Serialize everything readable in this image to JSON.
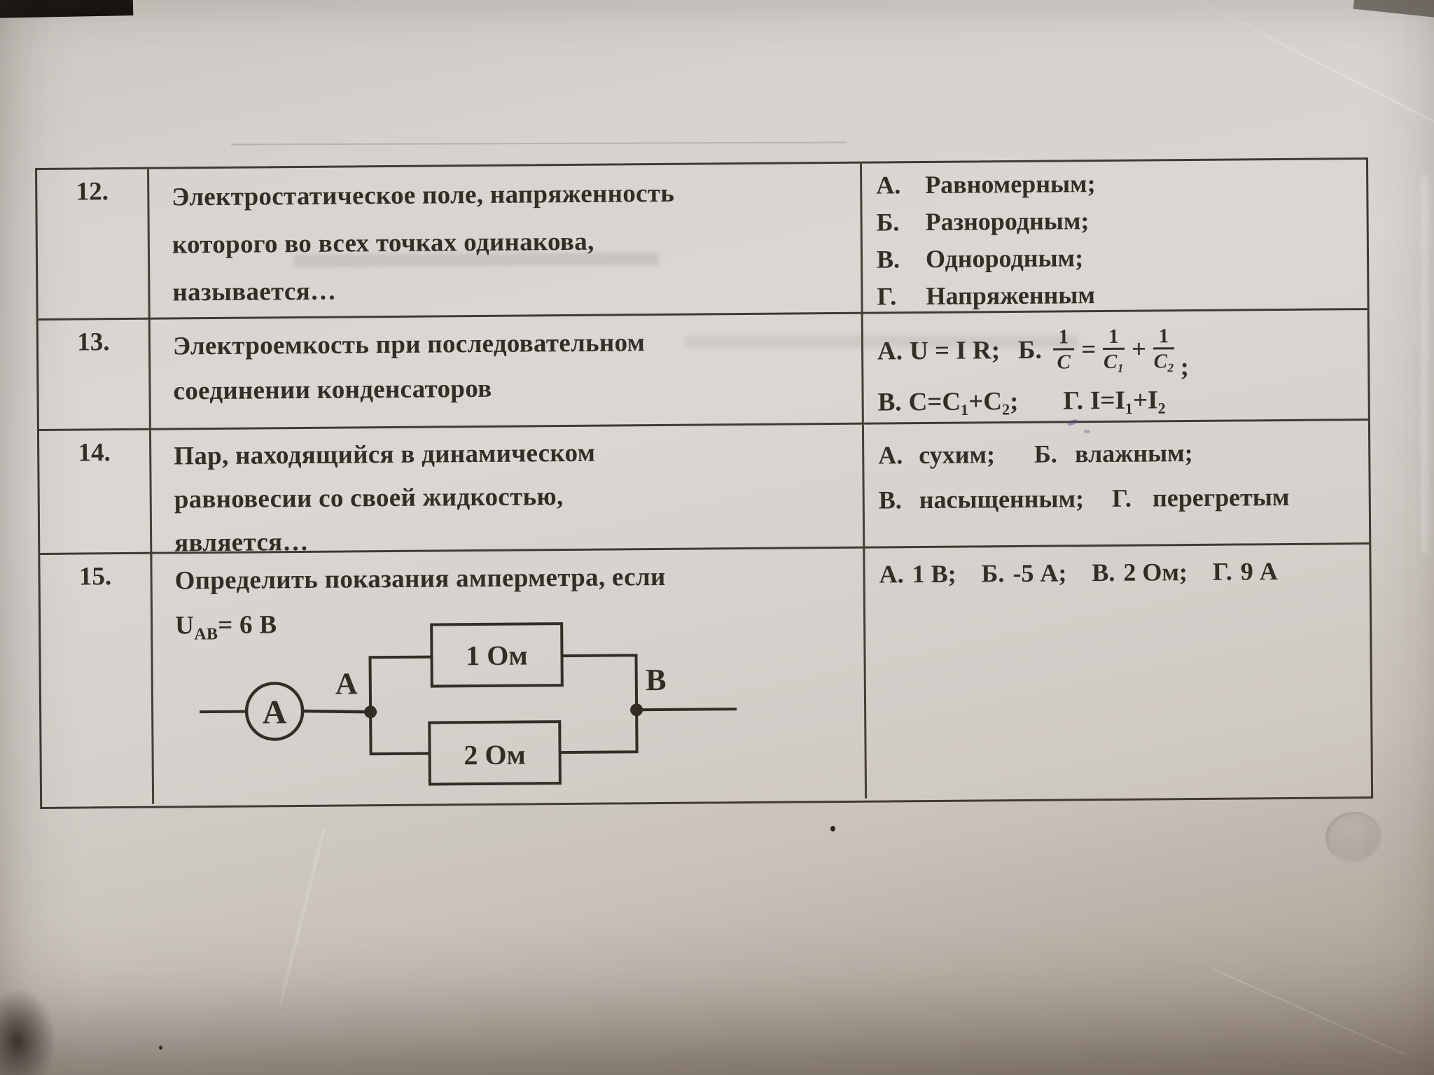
{
  "table": {
    "rows": [
      {
        "number": "12.",
        "question_lines": [
          "Электростатическое поле, напряженность",
          "которого во всех точках одинакова,",
          "называется…"
        ],
        "options": [
          {
            "letter": "А.",
            "text": "Равномерным;"
          },
          {
            "letter": "Б.",
            "text": "Разнородным;"
          },
          {
            "letter": "В.",
            "text": "Однородным;"
          },
          {
            "letter": "Г.",
            "text": "Напряженным"
          }
        ]
      },
      {
        "number": "13.",
        "question_lines": [
          "Электроемкость при последовательном",
          "соединении конденсаторов"
        ],
        "formula": {
          "a_letter": "А.",
          "a_text": "U = I R;",
          "b_letter": "Б.",
          "frac_c": {
            "num": "1",
            "den": "C"
          },
          "equals": "=",
          "frac_c1": {
            "num": "1",
            "den": "C₁"
          },
          "plus": "+",
          "frac_c2": {
            "num": "1",
            "den": "C₂"
          },
          "b_end": ";",
          "v_letter": "В.",
          "v_text": "C=C₁+C₂;",
          "g_letter": "Г.",
          "g_text": "I=I₁+I₂"
        }
      },
      {
        "number": "14.",
        "question_lines": [
          "Пар, находящийся в динамическом",
          "равновесии со своей жидкостью,",
          "является…"
        ],
        "options_line1": [
          {
            "letter": "А.",
            "text": "сухим;"
          },
          {
            "letter": "Б.",
            "text": "влажным;"
          }
        ],
        "options_line2": [
          {
            "letter": "В.",
            "text": "насыщенным;"
          },
          {
            "letter": "Г.",
            "text": "перегретым"
          }
        ]
      },
      {
        "number": "15.",
        "question_line": "Определить показания амперметра, если",
        "u_symbol": "U",
        "u_sub": "AB",
        "u_rest": "= 6 В",
        "options": [
          {
            "letter": "А.",
            "text": "1 В;"
          },
          {
            "letter": "Б.",
            "text": "-5 А;"
          },
          {
            "letter": "В.",
            "text": "2 Ом;"
          },
          {
            "letter": "Г.",
            "text": "9 А"
          }
        ],
        "circuit": {
          "ammeter_label": "А",
          "node_a_label": "A",
          "node_b_label": "B",
          "resistor1_label": "1 Ом",
          "resistor2_label": "2 Ом"
        }
      }
    ]
  },
  "colors": {
    "ink": "#332d26",
    "paper": "#d6d1cd"
  }
}
